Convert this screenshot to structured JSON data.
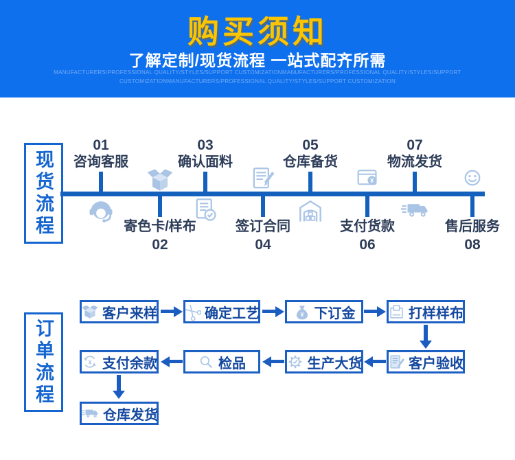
{
  "banner": {
    "title": "购买须知",
    "subtitle": "了解定制/现货流程 一站式配齐所需",
    "fine_print_line1": "MANUFACTURERS/PROFESSIONAL QUALITY/STYLES/SUPPORT CUSTOMIZATIONMANUFACTURERS/PROFESSIONAL QUALITY/STYLES/SUPPORT",
    "fine_print_line2": "CUSTOMIZATIONMANUFACTURERS/PROFESSIONAL QUALITY/STYLES/SUPPORT CUSTOMIZATION"
  },
  "stock_flow": {
    "section_label": "现货流程",
    "steps": [
      {
        "num": "01",
        "label": "咨询客服",
        "icon": "customer-service-headset-icon",
        "text_position": "above"
      },
      {
        "num": "02",
        "label": "寄色卡/样布",
        "icon": "open-box-icon",
        "text_position": "below"
      },
      {
        "num": "03",
        "label": "确认面料",
        "icon": "checklist-document-icon",
        "text_position": "above"
      },
      {
        "num": "04",
        "label": "签订合同",
        "icon": "contract-signing-icon",
        "text_position": "below"
      },
      {
        "num": "05",
        "label": "仓库备货",
        "icon": "warehouse-icon",
        "text_position": "above"
      },
      {
        "num": "06",
        "label": "支付货款",
        "icon": "payment-card-icon",
        "text_position": "below"
      },
      {
        "num": "07",
        "label": "物流发货",
        "icon": "delivery-truck-icon",
        "text_position": "above"
      },
      {
        "num": "08",
        "label": "售后服务",
        "icon": "smiley-face-icon",
        "text_position": "below"
      }
    ]
  },
  "order_flow": {
    "section_label": "订单流程",
    "steps": [
      {
        "label": "客户来样",
        "icon": "sample-box-icon"
      },
      {
        "label": "确定工艺",
        "icon": "scissors-icon"
      },
      {
        "label": "下订金",
        "icon": "money-bag-icon"
      },
      {
        "label": "打样样布",
        "icon": "fabric-swatch-icon"
      },
      {
        "label": "客户验收",
        "icon": "document-pencil-icon"
      },
      {
        "label": "生产大货",
        "icon": "gear-check-icon"
      },
      {
        "label": "检品",
        "icon": "magnifier-icon"
      },
      {
        "label": "支付余款",
        "icon": "yuan-circular-icon"
      },
      {
        "label": "仓库发货",
        "icon": "shipping-truck-icon"
      }
    ]
  },
  "colors": {
    "banner_background": "#0f70ee",
    "title_yellow": "#fdc500",
    "subtitle_white": "#ffffff",
    "timeline_blue": "#1460bd",
    "step_text_navy": "#2d3c58",
    "box_border_blue": "#1c5fc4",
    "box_text_blue": "#14489f",
    "icon_light_blue": "#a9c4e4"
  }
}
